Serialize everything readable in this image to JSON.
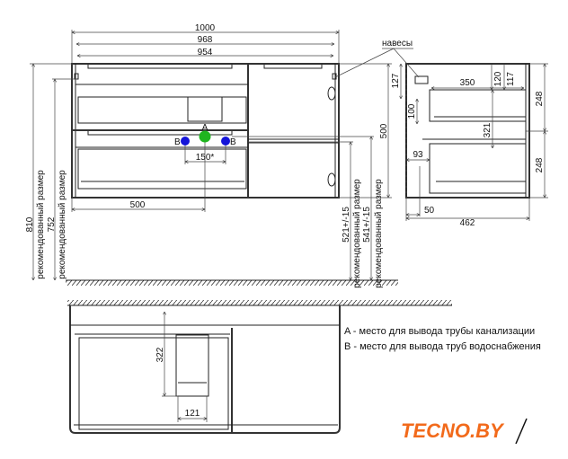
{
  "front_view": {
    "dim_width_total": "1000",
    "dim_width_968": "968",
    "dim_width_954": "954",
    "dim_offset": "500",
    "dim_b_spacing": "150*",
    "point_a": "A",
    "point_b": "B",
    "dim_810": "810",
    "dim_752": "752",
    "dim_521": "521+/-15",
    "dim_541": "541+/-15",
    "dim_500_height": "500",
    "recommended": "рекомендованный размер"
  },
  "side_view": {
    "hinges_label": "навесы",
    "dim_127": "127",
    "dim_120": "120",
    "dim_117": "117",
    "dim_350": "350",
    "dim_100": "100",
    "dim_321": "321",
    "dim_93": "93",
    "dim_248_top": "248",
    "dim_248_bottom": "248",
    "dim_50": "50",
    "dim_462": "462"
  },
  "plan_view": {
    "dim_322": "322",
    "dim_121": "121"
  },
  "legend": {
    "a": "A - место для вывода трубы канализации",
    "b": "B - место для вывода труб водоснабжения"
  },
  "logo": "TECNO.BY",
  "colors": {
    "point_a": "#1fb51f",
    "point_b": "#1414d8",
    "logo": "#f26a1b"
  }
}
